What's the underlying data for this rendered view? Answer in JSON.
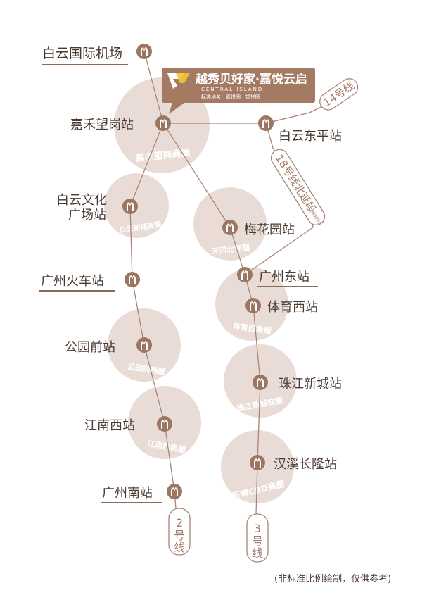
{
  "colors": {
    "line": "#a78576",
    "circle": "#e9dcd6",
    "icon": "#9c7663",
    "text": "#4a3a32",
    "underline": "#8b6a5a",
    "badge": "#a57a63"
  },
  "project": {
    "brand": "越秀贝好家·嘉悦云启",
    "english": "CENTRAL ISLAND",
    "subtitle": "标准地名：嘉悦园 | 望悦园"
  },
  "stations": [
    {
      "id": "baiyun-airport",
      "name": "白云国际机场",
      "underlined": true
    },
    {
      "id": "jiahe-wanggang",
      "name": "嘉禾望岗站",
      "underlined": false
    },
    {
      "id": "baiyun-dongping",
      "name": "白云东平站",
      "underlined": false
    },
    {
      "id": "baiyun-culture",
      "name": "白云文化\n广场站",
      "underlined": false
    },
    {
      "id": "meihuayuan",
      "name": "梅花园站",
      "underlined": false
    },
    {
      "id": "guangzhou-railway",
      "name": "广州火车站",
      "underlined": true
    },
    {
      "id": "guangzhou-east",
      "name": "广州东站",
      "underlined": true
    },
    {
      "id": "tiyu-xi",
      "name": "体育西站",
      "underlined": false
    },
    {
      "id": "gongyuan-qian",
      "name": "公园前站",
      "underlined": false
    },
    {
      "id": "zhujiang-xincheng",
      "name": "珠江新城站",
      "underlined": false
    },
    {
      "id": "jiangnan-xi",
      "name": "江南西站",
      "underlined": false
    },
    {
      "id": "hanxi-changlong",
      "name": "汉溪长隆站",
      "underlined": false
    },
    {
      "id": "guangzhou-south",
      "name": "广州南站",
      "underlined": true
    }
  ],
  "business_circles": [
    {
      "id": "jiahe",
      "name": "嘉禾望岗商圈"
    },
    {
      "id": "baiyun-new",
      "name": "白云新城商圈"
    },
    {
      "id": "tianhe-north",
      "name": "天河北商圈"
    },
    {
      "id": "tiyu-xi",
      "name": "体育西商圈"
    },
    {
      "id": "gongyuan",
      "name": "公园前商圈"
    },
    {
      "id": "zhujiang",
      "name": "珠江新城商圈"
    },
    {
      "id": "jiangnan",
      "name": "江南西商圈"
    },
    {
      "id": "wanbo",
      "name": "万博CBD商圈"
    }
  ],
  "lines": {
    "line14": "14号线",
    "line18": "18号线北延段",
    "line18_note": "(规划中)",
    "line2": "2号线",
    "line3": "3号线"
  },
  "footnote": "(非标准比例绘制，仅供参考)"
}
